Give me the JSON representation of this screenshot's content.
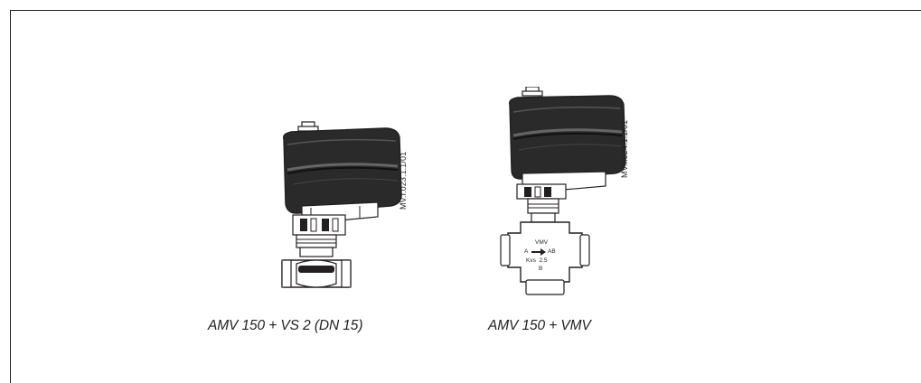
{
  "figures": [
    {
      "caption": "AMV 150 + VS 2 (DN 15)",
      "ref_code": "MV.I.023.1.1/01"
    },
    {
      "caption": "AMV 150 + VMV",
      "ref_code": "MV.I.024.1.1/01",
      "valve_markings": {
        "model": "VMV",
        "port_a": "A",
        "port_ab": "AB",
        "kvs": "Kvs  2.5",
        "port_b": "B"
      }
    }
  ],
  "colors": {
    "line": "#231f20",
    "shade": "#2b2b2b",
    "background": "#ffffff"
  }
}
